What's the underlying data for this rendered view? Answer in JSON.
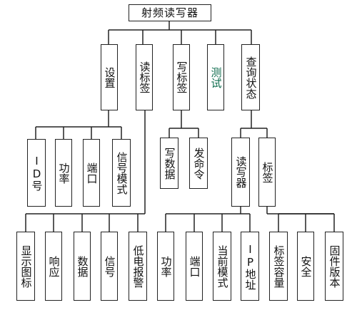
{
  "root": {
    "label": "射频读写器"
  },
  "level1": [
    {
      "label": "设置"
    },
    {
      "label": "读标签"
    },
    {
      "label": "写标签"
    },
    {
      "label": "测试"
    },
    {
      "label": "查询状态"
    }
  ],
  "settings_children": [
    {
      "label": "ID号"
    },
    {
      "label": "功率"
    },
    {
      "label": "端口"
    },
    {
      "label": "信号模式"
    }
  ],
  "write_children": [
    {
      "label": "写数据"
    },
    {
      "label": "发命令"
    }
  ],
  "query_children": [
    {
      "label": "读写器"
    },
    {
      "label": "标签"
    }
  ],
  "read_children": [
    {
      "label": "显示图标"
    },
    {
      "label": "响应"
    },
    {
      "label": "数据"
    },
    {
      "label": "信号"
    },
    {
      "label": "低电报警"
    }
  ],
  "reader_children": [
    {
      "label": "功率"
    },
    {
      "label": "端口"
    },
    {
      "label": "当前模式"
    },
    {
      "label": "IP地址"
    }
  ],
  "tag_children": [
    {
      "label": "标签容量"
    },
    {
      "label": "安全"
    },
    {
      "label": "固件版本"
    }
  ],
  "colors": {
    "test_text": "#0c6b4c",
    "line": "#222222"
  }
}
